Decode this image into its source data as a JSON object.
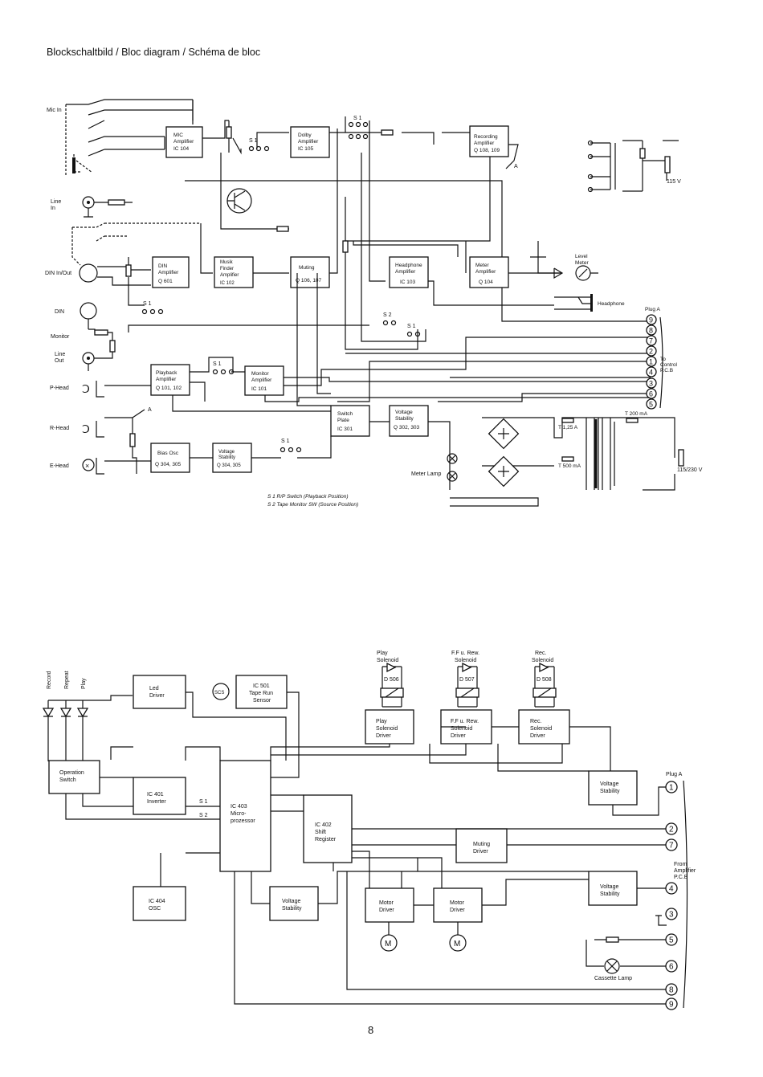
{
  "title": "Blockschaltbild / Bloc diagram / Schéma de bloc",
  "page_number": "8",
  "top": {
    "blocks": {
      "mic_amp": [
        "MIC",
        "Amplifier",
        "IC 104"
      ],
      "dolby_amp": [
        "Dolby",
        "Amplifier",
        "IC 105"
      ],
      "rec_amp": [
        "Recording",
        "Amplifier",
        "Q 108, 109"
      ],
      "din_amp": [
        "DIN",
        "Amplifier",
        "Q 601"
      ],
      "music_finder": [
        "Musik",
        "Finder",
        "Amplifier",
        "IC 102"
      ],
      "muting": [
        "Muting",
        "Q 106, 107"
      ],
      "headphone_amp": [
        "Headphone",
        "Amplifier",
        "IC 103"
      ],
      "meter_amp": [
        "Meter",
        "Amplifier",
        "Q 104"
      ],
      "playback_amp": [
        "Playback",
        "Amplifier",
        "Q 101, 102"
      ],
      "monitor_amp": [
        "Monitor",
        "Amplifier",
        "IC 101"
      ],
      "switch_plate": [
        "Switch",
        "Plate",
        "IC 301"
      ],
      "voltage_stab": [
        "Voltage",
        "Stability",
        "Q 302, 303"
      ],
      "bias_osc": [
        "Bias Osc",
        "Q 304, 305"
      ],
      "voltage_stab2": [
        "Voltage",
        "Stability",
        "Q 304, 305"
      ]
    },
    "labels": {
      "mic_in": "Mic In",
      "line_in": [
        "Line",
        "In"
      ],
      "din_in_out": "DIN In/Out",
      "din": "DIN",
      "monitor": "Monitor",
      "line_out": [
        "Line",
        "Out"
      ],
      "p_head": "P-Head",
      "r_head": "R-Head",
      "e_head": "E-Head",
      "s1": "S 1",
      "s2": "S 2",
      "a": "A",
      "level_meter": [
        "Level",
        "Meter"
      ],
      "headphone": "Headphone",
      "plug_a": "Plug A",
      "to_control": [
        "To",
        "Control",
        "P.C.B"
      ],
      "v115": "115 V",
      "v115_230": "115/230 V",
      "t200": "T 200 mA",
      "t125": "T 1,25 A",
      "t500": "T 500 mA",
      "meter_lamp": "Meter Lamp"
    },
    "pins": [
      "9",
      "8",
      "7",
      "2",
      "1",
      "4",
      "3",
      "6",
      "5"
    ],
    "notes": [
      "S 1 R/P Switch (Playback Position)",
      "S 2 Tape Monitor SW (Source Position)"
    ]
  },
  "bottom": {
    "blocks": {
      "led_driver": [
        "Led",
        "Driver"
      ],
      "tape_run": [
        "IC 501",
        "Tape Run",
        "Sensor"
      ],
      "play_sol_driver": [
        "Play",
        "Solenoid",
        "Driver"
      ],
      "ff_sol_driver": [
        "F.F u. Rew.",
        "Solenoid",
        "Driver"
      ],
      "rec_sol_driver": [
        "Rec.",
        "Solenoid",
        "Driver"
      ],
      "op_switch": [
        "Operation",
        "Switch"
      ],
      "inverter": [
        "IC 401",
        "Inverter"
      ],
      "micro": [
        "IC 403",
        "Micro-",
        "prozessor"
      ],
      "shift_reg": [
        "IC 402",
        "Shift",
        "Register"
      ],
      "voltage_stab_a": [
        "Voltage",
        "Stability"
      ],
      "muting_driver": [
        "Muting",
        "Driver"
      ],
      "voltage_stab_b": [
        "Voltage",
        "Stability"
      ],
      "osc": [
        "IC 404",
        "OSC"
      ],
      "voltage_stab_c": [
        "Voltage",
        "Stability"
      ],
      "motor1": [
        "Motor",
        "Driver"
      ],
      "motor2": [
        "Motor",
        "Driver"
      ]
    },
    "solenoids": {
      "play": [
        "Play",
        "Solenoid",
        "D 506"
      ],
      "ff": [
        "F.F u. Rew.",
        "Solenoid",
        "D 507"
      ],
      "rec": [
        "Rec.",
        "Solenoid",
        "D 508"
      ]
    },
    "leds": [
      "Record",
      "Repeat",
      "Play"
    ],
    "s1": "S 1",
    "s2": "S 2",
    "plug_a": "Plug A",
    "from_amp": [
      "From",
      "Amplifier",
      "P.C.B"
    ],
    "cassette_lamp": "Cassette Lamp",
    "motor_symbol": "M",
    "scs": "SCS",
    "pins": [
      "1",
      "2",
      "7",
      "4",
      "3",
      "5",
      "6",
      "8",
      "9"
    ]
  }
}
